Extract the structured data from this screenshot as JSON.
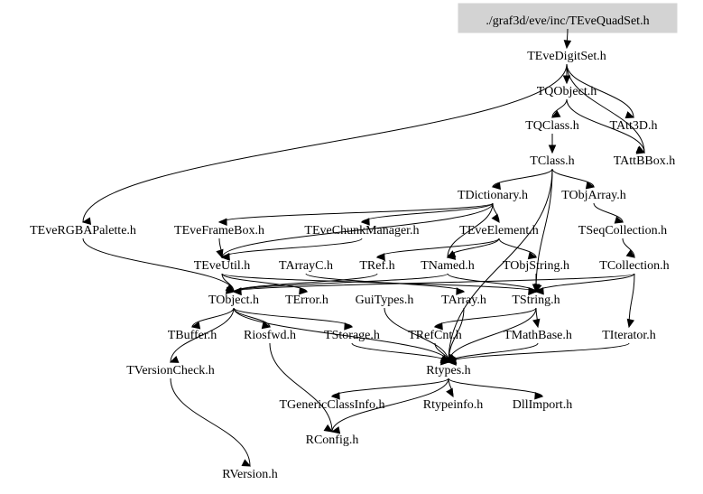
{
  "graph": {
    "root": "./graf3d/eve/inc/TEveQuadSet.h",
    "nodes": {
      "root": "./graf3d/eve/inc/TEveQuadSet.h",
      "digitset": "TEveDigitSet.h",
      "qobject": "TQObject.h",
      "qclass": "TQClass.h",
      "att3d": "TAtt3D.h",
      "class": "TClass.h",
      "attbbox": "TAttBBox.h",
      "dictionary": "TDictionary.h",
      "objarray": "TObjArray.h",
      "rgbapalette": "TEveRGBAPalette.h",
      "framebox": "TEveFrameBox.h",
      "chunkmanager": "TEveChunkManager.h",
      "element": "TEveElement.h",
      "seqcollection": "TSeqCollection.h",
      "eveutil": "TEveUtil.h",
      "arrayc": "TArrayC.h",
      "ref": "TRef.h",
      "named": "TNamed.h",
      "objstring": "TObjString.h",
      "collection": "TCollection.h",
      "object": "TObject.h",
      "error": "TError.h",
      "guitypes": "GuiTypes.h",
      "array": "TArray.h",
      "string": "TString.h",
      "buffer": "TBuffer.h",
      "riosfwd": "Riosfwd.h",
      "storage": "TStorage.h",
      "refcnt": "TRefCnt.h",
      "mathbase": "TMathBase.h",
      "iterator": "TIterator.h",
      "versioncheck": "TVersionCheck.h",
      "rtypes": "Rtypes.h",
      "genericclassinfo": "TGenericClassInfo.h",
      "rtypeinfo": "Rtypeinfo.h",
      "dllimport": "DllImport.h",
      "rconfig": "RConfig.h",
      "rversion": "RVersion.h"
    },
    "edges": [
      [
        "root",
        "digitset"
      ],
      [
        "digitset",
        "qobject"
      ],
      [
        "digitset",
        "att3d"
      ],
      [
        "digitset",
        "attbbox"
      ],
      [
        "digitset",
        "rgbapalette"
      ],
      [
        "qobject",
        "qclass"
      ],
      [
        "qobject",
        "attbbox"
      ],
      [
        "qclass",
        "class"
      ],
      [
        "class",
        "dictionary"
      ],
      [
        "class",
        "objarray"
      ],
      [
        "class",
        "string"
      ],
      [
        "class",
        "rtypes"
      ],
      [
        "dictionary",
        "framebox"
      ],
      [
        "dictionary",
        "chunkmanager"
      ],
      [
        "dictionary",
        "element"
      ],
      [
        "dictionary",
        "eveutil"
      ],
      [
        "dictionary",
        "named"
      ],
      [
        "objarray",
        "seqcollection"
      ],
      [
        "seqcollection",
        "collection"
      ],
      [
        "element",
        "named"
      ],
      [
        "element",
        "ref"
      ],
      [
        "element",
        "objstring"
      ],
      [
        "rgbapalette",
        "object"
      ],
      [
        "framebox",
        "eveutil"
      ],
      [
        "chunkmanager",
        "eveutil"
      ],
      [
        "eveutil",
        "object"
      ],
      [
        "eveutil",
        "error"
      ],
      [
        "eveutil",
        "string"
      ],
      [
        "arrayc",
        "array"
      ],
      [
        "ref",
        "object"
      ],
      [
        "named",
        "object"
      ],
      [
        "named",
        "string"
      ],
      [
        "objstring",
        "string"
      ],
      [
        "collection",
        "object"
      ],
      [
        "collection",
        "string"
      ],
      [
        "collection",
        "iterator"
      ],
      [
        "object",
        "buffer"
      ],
      [
        "object",
        "riosfwd"
      ],
      [
        "object",
        "storage"
      ],
      [
        "object",
        "versioncheck"
      ],
      [
        "object",
        "rtypes"
      ],
      [
        "string",
        "refcnt"
      ],
      [
        "string",
        "mathbase"
      ],
      [
        "string",
        "rtypes"
      ],
      [
        "guitypes",
        "rtypes"
      ],
      [
        "array",
        "rtypes"
      ],
      [
        "iterator",
        "rtypes"
      ],
      [
        "refcnt",
        "rtypes"
      ],
      [
        "mathbase",
        "rtypes"
      ],
      [
        "storage",
        "rtypes"
      ],
      [
        "riosfwd",
        "rconfig"
      ],
      [
        "rtypes",
        "genericclassinfo"
      ],
      [
        "rtypes",
        "rtypeinfo"
      ],
      [
        "rtypes",
        "dllimport"
      ],
      [
        "rtypes",
        "rconfig"
      ],
      [
        "versioncheck",
        "rversion"
      ]
    ]
  },
  "colors": {
    "root_fill": "#d3d3d3",
    "edge": "#000000",
    "text": "#000000",
    "background": "#ffffff"
  }
}
